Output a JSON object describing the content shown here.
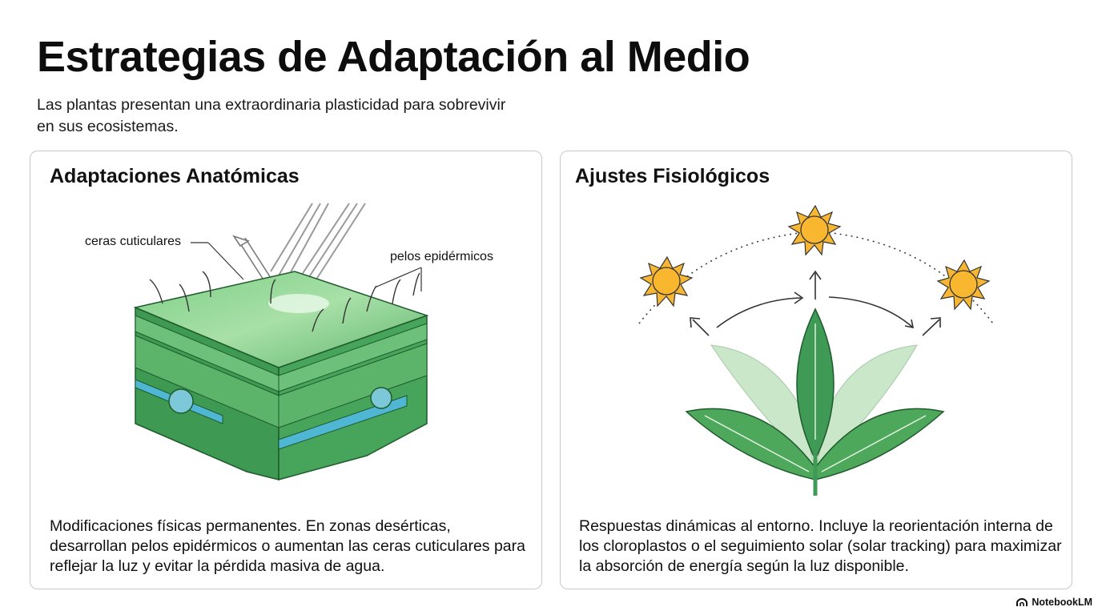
{
  "header": {
    "title": "Estrategias de Adaptación al Medio",
    "subtitle": "Las plantas presentan una extraordinaria plasticidad para sobrevivir en sus ecosistemas."
  },
  "cards": {
    "anatomical": {
      "title": "Adaptaciones Anatómicas",
      "labels": {
        "wax": "ceras cuticulares",
        "hairs": "pelos epidérmicos"
      },
      "body": "Modificaciones físicas permanentes. En zonas desérticas, desarrollan pelos epidérmicos o aumentan las ceras cuticulares para reflejar la luz y evitar la pérdida masiva de agua."
    },
    "physiological": {
      "title": "Ajustes Fisiológicos",
      "body": "Respuestas dinámicas al entorno. Incluye la reorientación interna de los cloroplastos o el seguimiento solar (solar tracking) para maximizar la absorción de energía según la luz disponible."
    }
  },
  "branding": {
    "name": "NotebookLM",
    "icon": "notebooklm-logo-icon"
  },
  "colors": {
    "leaf_dark": "#3f9a55",
    "leaf_light": "#8fd18f",
    "vein_blue": "#4fb6d4",
    "sun": "#f7b733",
    "border": "#c9c9c9"
  }
}
